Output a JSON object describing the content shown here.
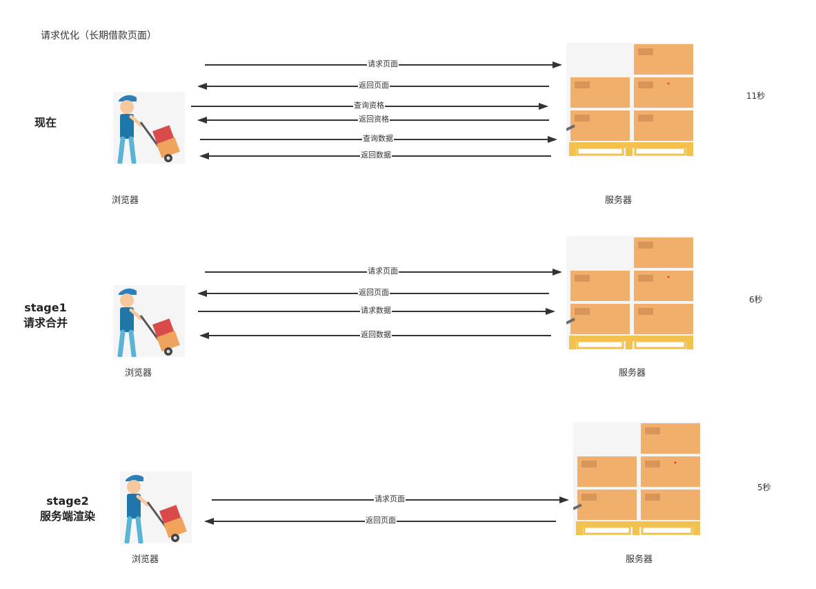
{
  "title": "请求优化（长期借款页面）",
  "stages": [
    {
      "label_line1": "现在",
      "label_line2": "",
      "browser_label": "浏览器",
      "server_label": "服务器",
      "time": "11秒",
      "arrows": [
        {
          "text": "请求页面",
          "direction": "right"
        },
        {
          "text": "返回页面",
          "direction": "left"
        },
        {
          "text": "查询资格",
          "direction": "right"
        },
        {
          "text": "返回资格",
          "direction": "left"
        },
        {
          "text": "查询数据",
          "direction": "right"
        },
        {
          "text": "返回数据",
          "direction": "left"
        }
      ]
    },
    {
      "label_line1": "stage1",
      "label_line2": "请求合并",
      "browser_label": "浏览器",
      "server_label": "服务器",
      "time": "6秒",
      "arrows": [
        {
          "text": "请求页面",
          "direction": "right"
        },
        {
          "text": "返回页面",
          "direction": "left"
        },
        {
          "text": "请求数据",
          "direction": "right"
        },
        {
          "text": "返回数据",
          "direction": "left"
        }
      ]
    },
    {
      "label_line1": "stage2",
      "label_line2": "服务端渲染",
      "browser_label": "浏览器",
      "server_label": "服务器",
      "time": "5秒",
      "arrows": [
        {
          "text": "请求页面",
          "direction": "right"
        },
        {
          "text": "返回页面",
          "direction": "left"
        }
      ]
    }
  ]
}
